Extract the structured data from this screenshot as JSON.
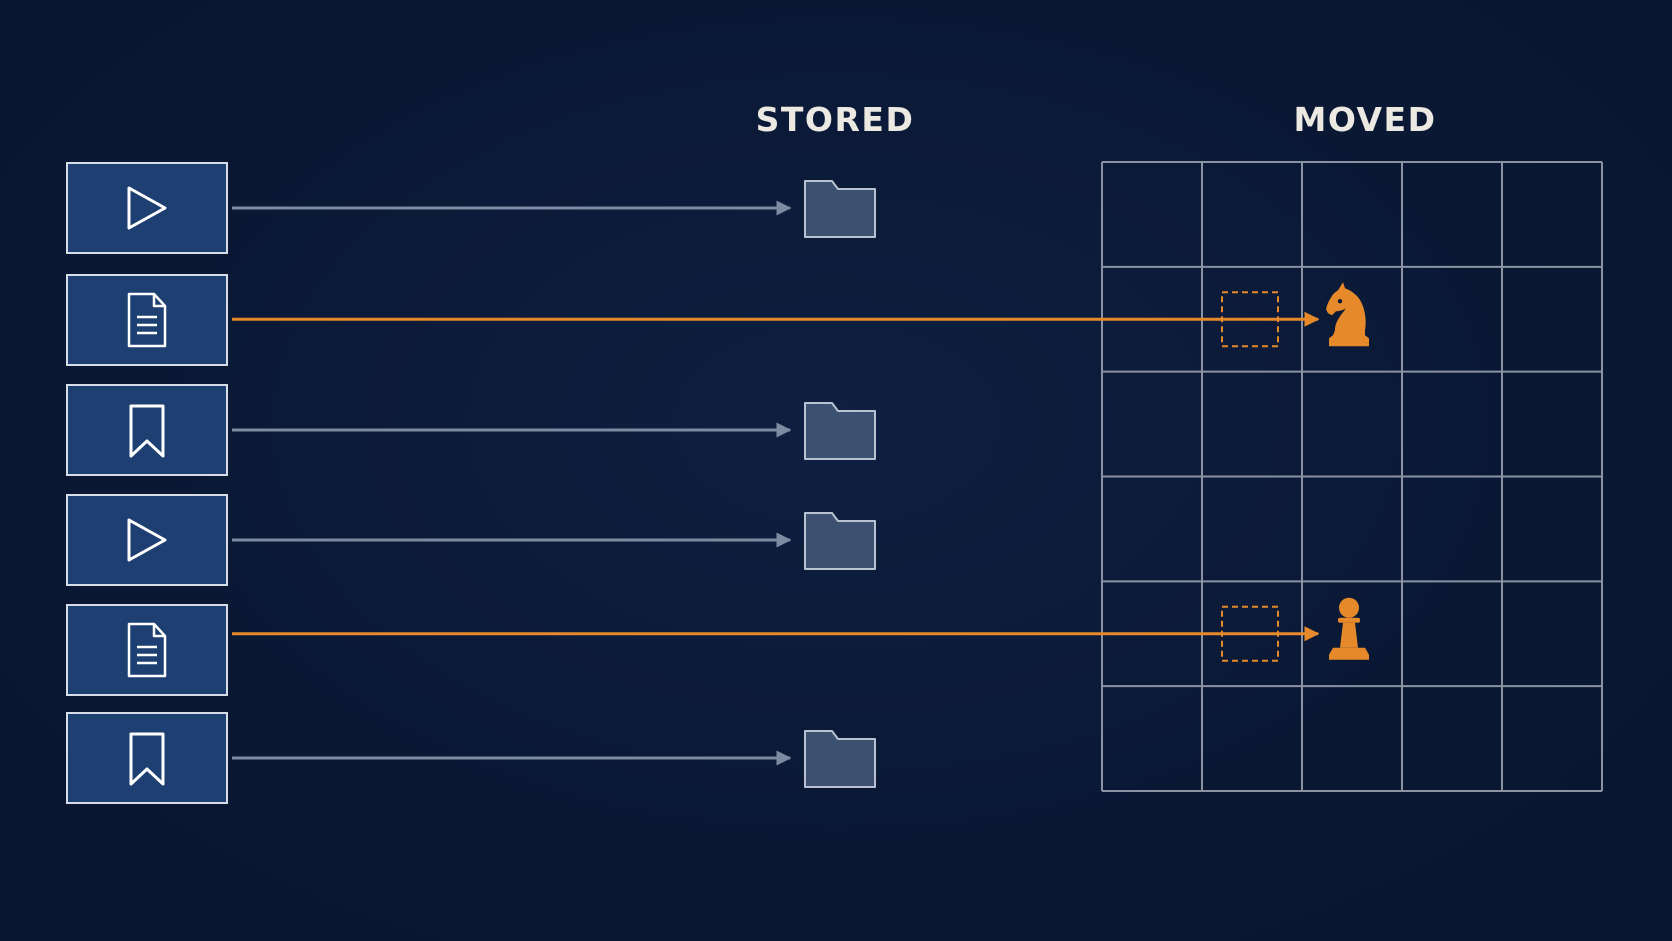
{
  "headings": {
    "stored": "STORED",
    "moved": "MOVED"
  },
  "colors": {
    "background": "#0b1a36",
    "tile_fill": "#1d3f72",
    "tile_border": "#d7dde8",
    "stored_arrow": "#7c8aa2",
    "moved_arrow": "#e6892a",
    "folder_fill": "#3c506f",
    "grid_line": "#8b93a3"
  },
  "grid": {
    "columns": 5,
    "rows": 6
  },
  "items": [
    {
      "icon": "play-icon",
      "destination": "stored"
    },
    {
      "icon": "document-icon",
      "destination": "moved",
      "piece": "knight-icon",
      "target_cell": {
        "column": 3,
        "row": 2
      },
      "source_cell": {
        "column": 2,
        "row": 2
      }
    },
    {
      "icon": "bookmark-icon",
      "destination": "stored"
    },
    {
      "icon": "play-icon",
      "destination": "stored"
    },
    {
      "icon": "document-icon",
      "destination": "moved",
      "piece": "pawn-icon",
      "target_cell": {
        "column": 3,
        "row": 5
      },
      "source_cell": {
        "column": 2,
        "row": 5
      }
    },
    {
      "icon": "bookmark-icon",
      "destination": "stored"
    }
  ]
}
